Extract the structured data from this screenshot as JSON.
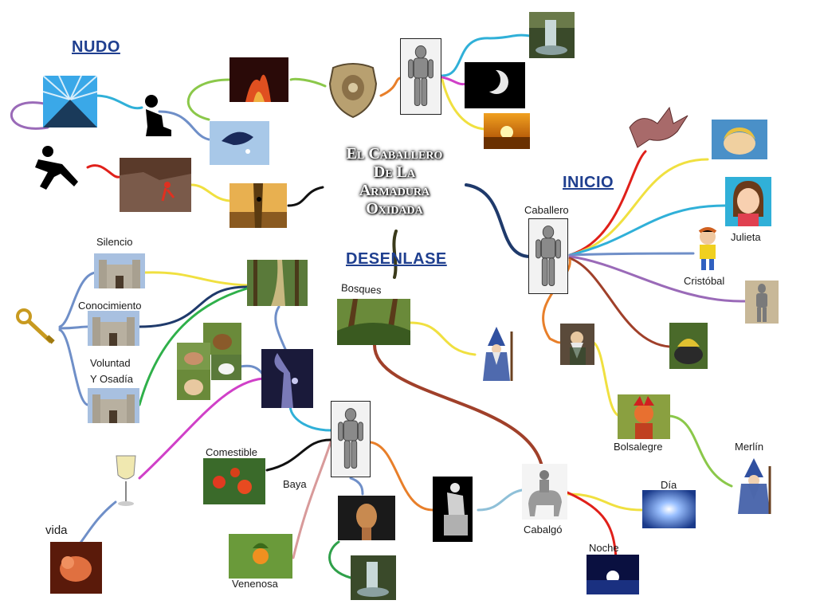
{
  "title": {
    "lines": [
      "El Caballero",
      "De La",
      "Armadura",
      "Oxidada"
    ]
  },
  "sections": {
    "nudo": "NUDO",
    "inicio": "INICIO",
    "desenlase": "DESENLASE"
  },
  "labels": {
    "caballero": "Caballero",
    "julieta": "Julieta",
    "cristobal": "Cristóbal",
    "bolsalegre": "Bolsalegre",
    "merlin": "Merlín",
    "dia": "Día",
    "noche": "Noche",
    "cabalgo": "Cabalgó",
    "bosques": "Bosques",
    "silencio": "Silencio",
    "conocimiento": "Conocimiento",
    "voluntad": "Voluntad",
    "osadia": "Y Osadía",
    "comestible": "Comestible",
    "baya": "Baya",
    "venenosa": "Venenosa",
    "vida": "vida"
  },
  "colors": {
    "section_heading": "#1f3f8f",
    "branch_navy": "#1f3a6b",
    "branch_brown": "#a0402a",
    "branch_red": "#e0201a",
    "branch_yellow": "#f0e040",
    "branch_cyan": "#30b0d8",
    "branch_blue": "#6f8fc8",
    "branch_purple": "#9a6ab8",
    "branch_orange": "#e87f2a",
    "branch_green": "#8bc84a",
    "branch_magenta": "#d040c8",
    "branch_black": "#111111",
    "branch_pink": "#d89a9a"
  },
  "icons": [
    "armor-knight-icon",
    "breastplate-icon",
    "waterfall-icon",
    "crescent-moon-icon",
    "sunset-icon",
    "fire-icon",
    "meditating-person-icon",
    "summit-light-icon",
    "falling-person-icon",
    "dove-icon",
    "climber-icon",
    "sunset-climber-icon",
    "dragon-icon",
    "sleeping-princess-icon",
    "girl-face-icon",
    "boy-icon",
    "wizard-icon",
    "castle-icon",
    "golden-key-icon",
    "forest-icon",
    "squirrel-icon",
    "goat-icon",
    "white-dove-icon",
    "rabbit-icon",
    "enchanted-tree-icon",
    "wine-glass-icon",
    "newborn-icon",
    "tomato-plant-icon",
    "orange-berry-icon",
    "statue-head-icon",
    "pushing-figure-icon",
    "mounted-knight-icon",
    "sun-burst-icon",
    "moon-water-icon",
    "cauldron-icon",
    "dwarf-icon",
    "jester-icon"
  ]
}
